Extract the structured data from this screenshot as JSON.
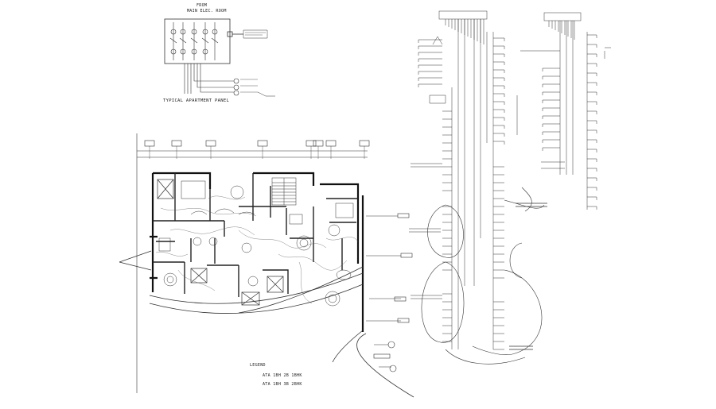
{
  "typical_panel": {
    "from_label_line1": "FROM",
    "from_label_line2": "MAIN ELEC. ROOM",
    "title": "TYPICAL APARTMENT PANEL"
  },
  "floor_plan": {
    "legend_title": "LEGEND",
    "note_line1": "ATA 1BH 2B 1BHK",
    "note_line2": "ATA 1BH 3B 2BHK"
  }
}
